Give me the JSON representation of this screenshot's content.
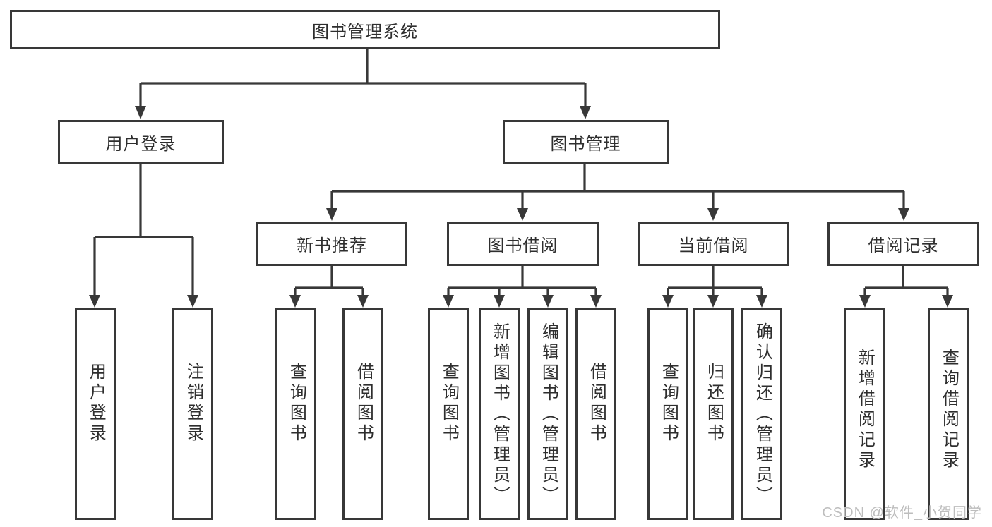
{
  "colors": {
    "line": "#383838",
    "box_border": "#383838",
    "text": "#2e2e2e",
    "background": "#ffffff",
    "watermark": "#bdbdbd"
  },
  "watermark": {
    "text": "CSDN @软件_小贺同学"
  },
  "tree": {
    "label": "图书管理系统",
    "children": [
      {
        "label": "用户登录",
        "children": [
          {
            "label": "用户登录"
          },
          {
            "label": "注销登录"
          }
        ]
      },
      {
        "label": "图书管理",
        "children": [
          {
            "label": "新书推荐",
            "children": [
              {
                "label": "查询图书"
              },
              {
                "label": "借阅图书"
              }
            ]
          },
          {
            "label": "图书借阅",
            "children": [
              {
                "label": "查询图书"
              },
              {
                "label": "新增图书（管理员）"
              },
              {
                "label": "编辑图书（管理员）"
              },
              {
                "label": "借阅图书"
              }
            ]
          },
          {
            "label": "当前借阅",
            "children": [
              {
                "label": "查询图书"
              },
              {
                "label": "归还图书"
              },
              {
                "label": "确认归还（管理员）"
              }
            ]
          },
          {
            "label": "借阅记录",
            "children": [
              {
                "label": "新增借阅记录"
              },
              {
                "label": "查询借阅记录"
              }
            ]
          }
        ]
      }
    ]
  }
}
